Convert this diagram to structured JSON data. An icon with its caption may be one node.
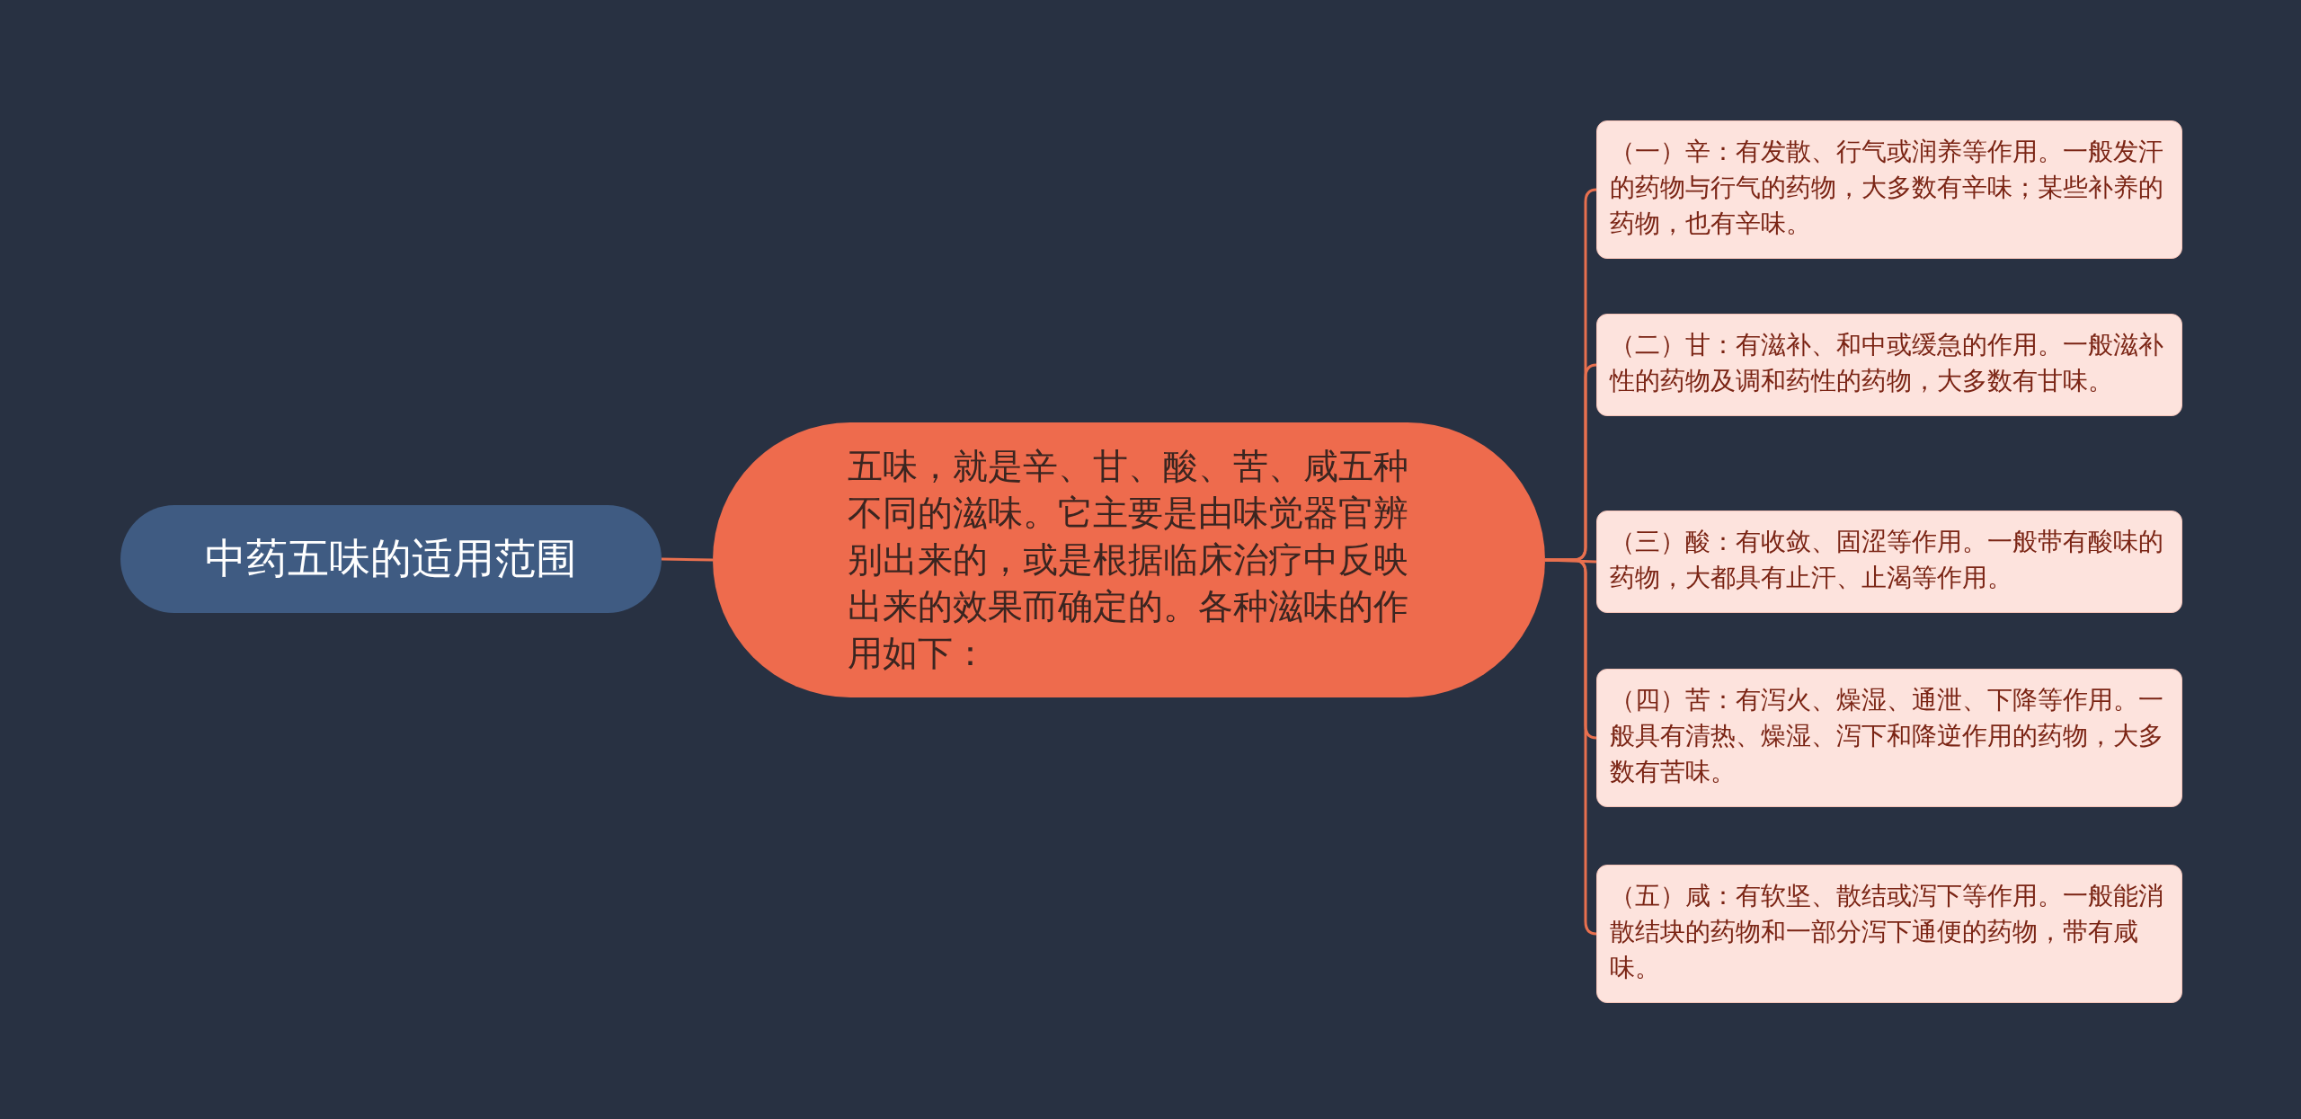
{
  "diagram": {
    "nodes": [
      {
        "text": [
          "中药五味的适用范围"
        ]
      },
      {
        "text": [
          "五味，就是辛、甘、酸、苦、咸五种不同的滋味。它主要是由味觉器官辨别出来的，或是根据临床治疗中反映出来的效果而确定的。各种滋味的作用如下："
        ]
      },
      {
        "text": [
          "（一）辛：有发散、行气或润养等作用。一般发汗的药物与行气的药物，大多数有辛味；某些补养的药物，也有辛味。"
        ]
      },
      {
        "text": [
          "（二）甘：有滋补、和中或缓急的作用。一般滋补性的药物及调和药性的药物，大多数有甘味。"
        ]
      },
      {
        "text": [
          "（三）酸：有收敛、固涩等作用。一般带有酸味的药物，大都具有止汗、止渴等作用。"
        ]
      },
      {
        "text": [
          "（四）苦：有泻火、燥湿、通泄、下降等作用。一般具有清热、燥湿、泻下和降逆作用的药物，大多数有苦味。"
        ]
      },
      {
        "text": [
          "（五）咸：有软坚、散结或泻下等作用。一般能消散结块的药物和一部分泻下通便的药物，带有咸味。"
        ]
      }
    ],
    "edges": [
      {
        "from": 0,
        "to": 1,
        "arrow": "none"
      },
      {
        "from": 1,
        "to": 2,
        "arrow": "none"
      },
      {
        "from": 1,
        "to": 3,
        "arrow": "none"
      },
      {
        "from": 1,
        "to": 4,
        "arrow": "none"
      },
      {
        "from": 1,
        "to": 5,
        "arrow": "none"
      },
      {
        "from": 1,
        "to": 6,
        "arrow": "none"
      }
    ]
  }
}
